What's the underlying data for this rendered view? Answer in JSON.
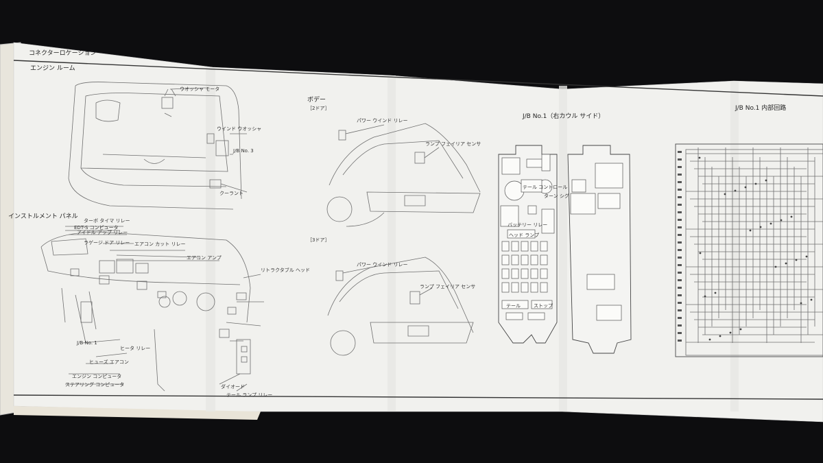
{
  "header": {
    "section_title": "コネクターロケーション"
  },
  "panels": {
    "engine_room": {
      "title": "エンジン ルーム",
      "callouts": [
        "ウオッシャ モータ",
        "ウインド ウオッシャ",
        "J/B No. 3",
        "クーラント"
      ]
    },
    "instrument_panel": {
      "title": "インストルメント パネル",
      "callouts": [
        "ターボ タイマ リレー",
        "EDT-S コンピュータ",
        "アイドル アップ リレー",
        "エアコン カット リレー",
        "ラゲージ ドア リレー",
        "エアコン アンプ",
        "J/B No. 1",
        "ヒータ リレー",
        "ヒューズ エアコン",
        "エンジン コンピュータ",
        "ステアリング コンピュータ",
        "リトラクタブル ヘッド",
        "ダイオード",
        "テール ランプ リレー"
      ]
    },
    "body": {
      "title": "ボデー",
      "door2_label": "［2ドア］",
      "door3_label": "［3ドア］",
      "callouts_2door": [
        "パワー ウインド リレー",
        "ランプ フェイリア センサ"
      ],
      "callouts_3door": [
        "パワー ウインド リレー",
        "ランプ フェイリア センサ"
      ]
    },
    "jb_right": {
      "title": "J/B No.1（右カウル サイド）",
      "relay_labels": [
        "テール コントロール",
        "ターン シグナル リレー",
        "バッテリー リレー",
        "ヘッド ランプ",
        "テール",
        "ストップ"
      ]
    },
    "jb_internal": {
      "title": "J/B No.1 内部回路"
    }
  }
}
